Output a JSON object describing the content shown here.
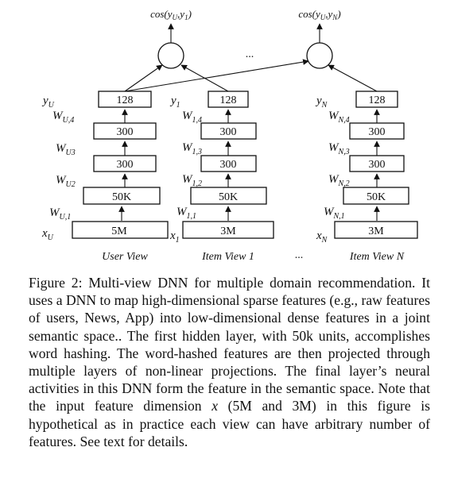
{
  "figure": {
    "similarity_left": "cos(yU,y1)",
    "similarity_right": "cos(yU,yN)",
    "dots_top": "...",
    "dots_bottom": "...",
    "views": [
      {
        "name": "User View",
        "output_symbol": "y",
        "output_sub": "U",
        "input_symbol": "x",
        "input_sub": "U",
        "layer_sizes": [
          "5M",
          "50K",
          "300",
          "300",
          "128"
        ],
        "weights": [
          {
            "sym": "W",
            "sub": "U,1"
          },
          {
            "sym": "W",
            "sub": "U2"
          },
          {
            "sym": "W",
            "sub": "U3"
          },
          {
            "sym": "W",
            "sub": "U,4"
          }
        ]
      },
      {
        "name": "Item View 1",
        "output_symbol": "y",
        "output_sub": "1",
        "input_symbol": "x",
        "input_sub": "1",
        "layer_sizes": [
          "3M",
          "50K",
          "300",
          "300",
          "128"
        ],
        "weights": [
          {
            "sym": "W",
            "sub": "1,1"
          },
          {
            "sym": "W",
            "sub": "1,2"
          },
          {
            "sym": "W",
            "sub": "1,3"
          },
          {
            "sym": "W",
            "sub": "1,4"
          }
        ]
      },
      {
        "name": "Item View N",
        "output_symbol": "y",
        "output_sub": "N",
        "input_symbol": "x",
        "input_sub": "N",
        "layer_sizes": [
          "3M",
          "50K",
          "300",
          "300",
          "128"
        ],
        "weights": [
          {
            "sym": "W",
            "sub": "N,1"
          },
          {
            "sym": "W",
            "sub": "N,2"
          },
          {
            "sym": "W",
            "sub": "N,3"
          },
          {
            "sym": "W",
            "sub": "N,4"
          }
        ]
      }
    ]
  },
  "caption": {
    "label": "Figure 2:",
    "text_1": " Multi-view DNN for multiple domain recommendation. It uses a DNN to map high-dimensional sparse features (e.g., raw features of users, News, App) into low-dimensional dense features in a joint semantic space.. The first hidden layer, with 50k units, accomplishes word hashing. The word-hashed features are then projected through multiple layers of non-linear projections. The final layer’s neural activities in this DNN form the feature in the semantic space. Note that the input feature dimension ",
    "var": "x",
    "text_2": " (5M and 3M) in this figure is hypothetical as in practice each view can have arbitrary number of features. See text for details."
  }
}
